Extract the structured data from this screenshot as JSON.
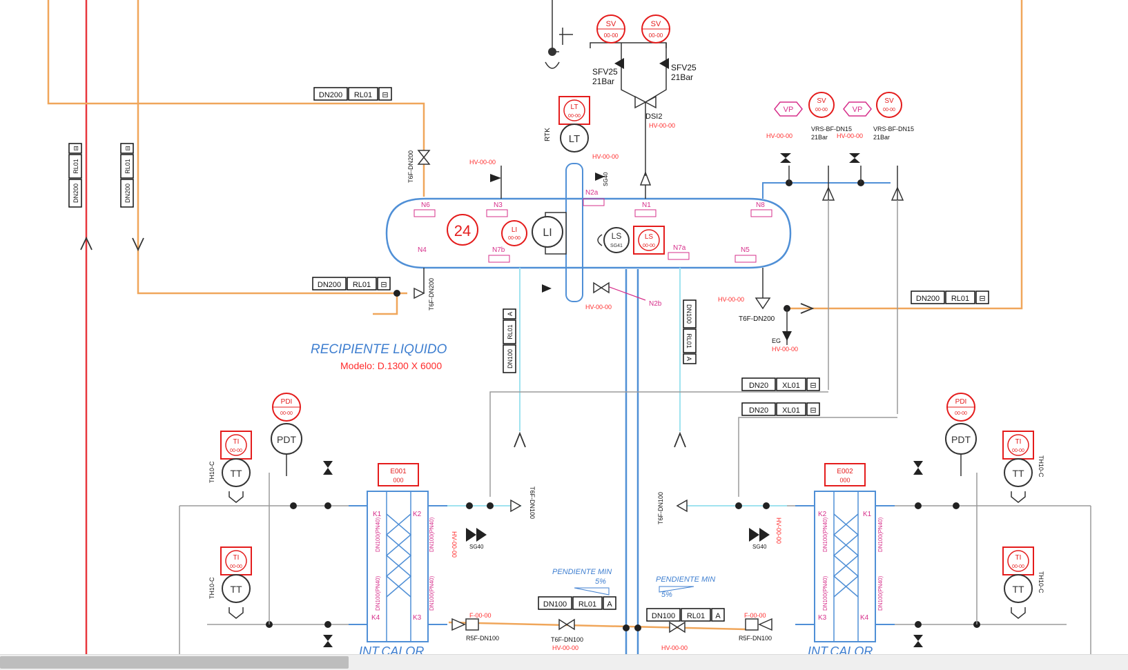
{
  "colors": {
    "process_blue": "#4f8fd6",
    "light_cyan": "#9fe3ef",
    "orange_line": "#f0a65a",
    "red_line": "#e8363c",
    "instrument_red": "#e41b1b",
    "tag_red": "#ff2a2a",
    "magenta": "#d62e8a",
    "grey_line": "#9a9a9a",
    "title_blue": "#3f7fd0"
  },
  "vessel": {
    "number": "24",
    "title": "RECIPIENTE LIQUIDO",
    "model": "Modelo: D.1300 X 6000",
    "nozzles": [
      "N6",
      "N3",
      "N2a",
      "N1",
      "N8",
      "N4",
      "N7b",
      "N7a",
      "N5",
      "N2b"
    ]
  },
  "line_tags": {
    "top_left": [
      "DN200",
      "RL01",
      "⊟"
    ],
    "mid_left": [
      "DN200",
      "RL01",
      "⊟"
    ],
    "right_return": [
      "DN200",
      "RL01",
      "⊟"
    ],
    "xl1": [
      "DN20",
      "XL01",
      "⊟"
    ],
    "xl2": [
      "DN20",
      "XL01",
      "⊟"
    ],
    "bottom_left": [
      "DN100",
      "RL01",
      "A"
    ],
    "bottom_right": [
      "DN100",
      "RL01",
      "A"
    ]
  },
  "instruments": {
    "sv1": [
      "SV",
      "00-00"
    ],
    "sv2": [
      "SV",
      "00-00"
    ],
    "lt": [
      "LT",
      "00-00"
    ],
    "lt_field": "LT",
    "ls": [
      "LS",
      "00-00"
    ],
    "ls_field": [
      "LS",
      "SG41"
    ],
    "li_field": "LI",
    "li_tag": [
      "LI",
      "00-00"
    ],
    "sv3": [
      "SV",
      "00-00"
    ],
    "sv4": [
      "SV",
      "00-00"
    ],
    "vp": "VP",
    "pdi_left": [
      "PDI",
      "00-00"
    ],
    "pdi_right": [
      "PDI",
      "00-00"
    ],
    "pdt": "PDT",
    "tt": "TT",
    "ti": [
      "TI",
      "00-00"
    ]
  },
  "valve_labels": {
    "sfv_left": [
      "SFV25",
      "21Bar"
    ],
    "sfv_right": [
      "SFV25",
      "21Bar"
    ],
    "dsi2": "DSI2",
    "rtk": "RTK",
    "bfl_left": [
      "VRS-BF-DN15",
      "21Bar"
    ],
    "bfl_right": [
      "VRS-BF-DN15",
      "21Bar"
    ],
    "t6f_dn200": "T6F-DN200",
    "t6f_dn100_l": "T6F-DN100",
    "t6f_dn100_r": "T6F-DN100",
    "r5f_dn100_l": "R5F-DN100",
    "r5f_dn100_r": "R5F-DN100",
    "sg40": "SG40",
    "sg40_r": "SG40",
    "hv": "HV-00-00",
    "f": "F-00-00",
    "eg": "EG"
  },
  "heat_exchangers": {
    "left": {
      "tag": "E001",
      "sub": "000",
      "label": "INT.CALOR"
    },
    "right": {
      "tag": "E002",
      "sub": "000",
      "label": "INT.CALOR"
    },
    "ports": [
      "K1",
      "K2",
      "K3",
      "K4"
    ],
    "port_size": "DN100(PN40)"
  },
  "notes": {
    "slope_left": [
      "PENDIENTE MIN",
      "5%"
    ],
    "slope_right": [
      "PENDIENTE MIN",
      "5%"
    ],
    "tt_code": "TH10-C"
  }
}
